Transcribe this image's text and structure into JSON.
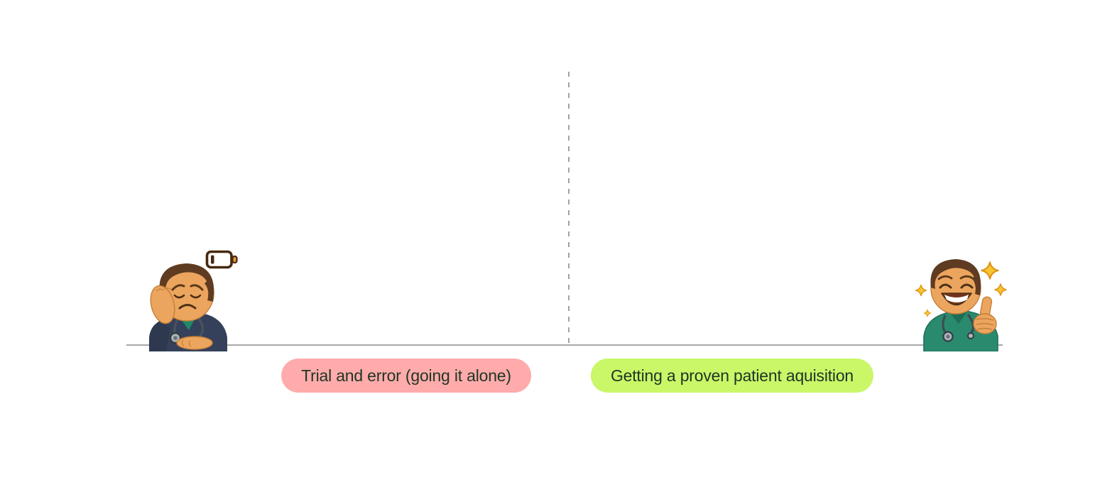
{
  "scene": {
    "background_color": "#ffffff",
    "baseline_color": "#a7a7a7",
    "divider_color": "#a3a3a3"
  },
  "labels": {
    "left": {
      "text": "Trial and error (going it alone)",
      "background_color": "#ffabab",
      "text_color": "#1f3424"
    },
    "right": {
      "text": "Getting a proven patient aquisition",
      "background_color": "#c9f768",
      "text_color": "#1f3424"
    }
  },
  "figures": {
    "left": {
      "icon": "exhausted-doctor-emoji",
      "badge_icon": "low-battery-icon"
    },
    "right": {
      "icon": "happy-doctor-thumbs-up-emoji",
      "decoration_icon": "sparkles-icon"
    }
  }
}
